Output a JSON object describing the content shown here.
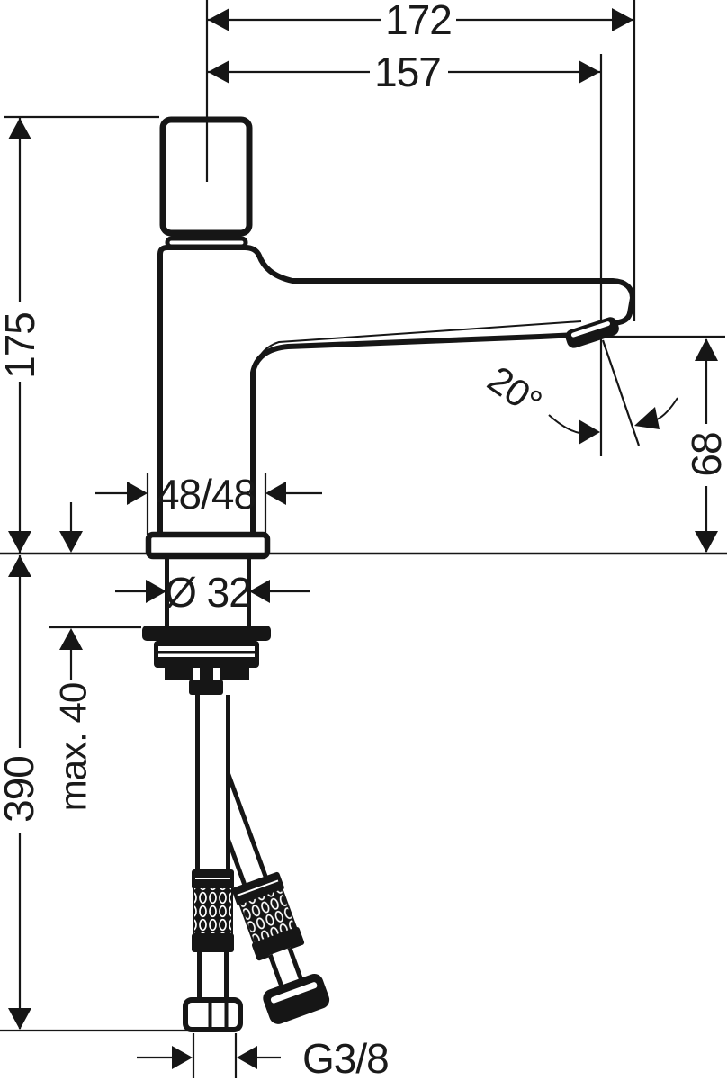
{
  "drawing": {
    "colors": {
      "line": "#161616",
      "background": "#ffffff"
    },
    "labels": {
      "total_projection": "172",
      "spout_reach": "157",
      "total_height": "175",
      "spout_angle": "20°",
      "outlet_height": "68",
      "base_size": "48/48",
      "hole_diameter": "Ø 32",
      "max_counter_thickness": "max. 40",
      "connection_length": "390",
      "thread": "G3/8"
    }
  }
}
